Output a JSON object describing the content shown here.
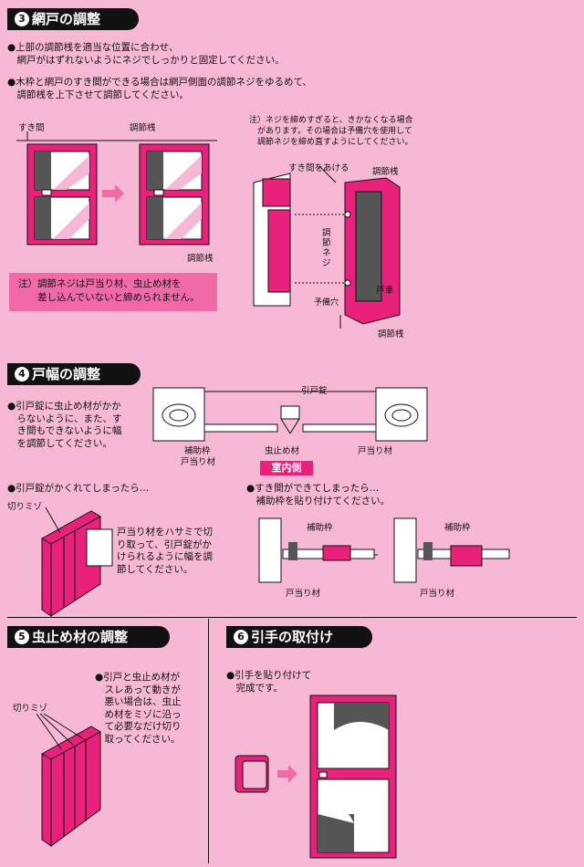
{
  "s3": {
    "num": "3",
    "title": "網戸の調整",
    "p1": "●上部の調節桟を適当な位置に合わせ、\n　網戸がはずれないようにネジでしっかりと固定してください。",
    "p2": "●木枠と網戸のすき間ができる場合は網戸側面の調節ネジをゆるめて、\n　調節桟を上下させて調節してください。",
    "lbl_gap": "すき間",
    "lbl_bar_top": "調節桟",
    "lbl_bar_bottom": "調節桟",
    "note": "注）調節ネジは戸当り材、虫止め材を\n　　差し込んでいないと締められません。",
    "caution": "注）ネジを締めすぎると、きかなくなる場合\n　があります。その場合は予備穴を使用して\n　調節ネジを締め直すようにしてください。",
    "d_gap": "すき間をあける",
    "d_bar": "調節桟",
    "d_screw": "調節ネジ",
    "d_hole": "予備穴",
    "d_door": "戸車",
    "d_bar2": "調節桟"
  },
  "s4": {
    "num": "4",
    "title": "戸幅の調整",
    "p1": "●引戸錠に虫止め材がかか\n　らないように、また、す\n　き間もできないように幅\n　を調節してください。",
    "lbl_lock": "引戸錠",
    "lbl_aux": "補助枠",
    "lbl_stop": "虫止め材",
    "lbl_door1": "戸当り材",
    "lbl_door2": "戸当り材",
    "room": "室内側",
    "p2": "●引戸錠がかくれてしまったら…",
    "lbl_cut": "切りミゾ",
    "p3": "戸当り材をハサミで切\nり取って、引戸錠がか\nけられるように幅を調\n節してください。",
    "p4": "●すき間ができてしまったら…\n　補助枠を貼り付けてください。",
    "lbl_aux2": "補助枠",
    "lbl_aux3": "補助枠",
    "lbl_door3": "戸当り材",
    "lbl_door4": "戸当り材"
  },
  "s5": {
    "num": "5",
    "title": "虫止め材の調整",
    "p1": "●引戸と虫止め材が\n　スレあって動きが\n　悪い場合は、虫止\n　め材をミゾに沿っ\n　て必要なだけ切り\n　取ってください。",
    "lbl_cut": "切りミゾ"
  },
  "s6": {
    "num": "6",
    "title": "引手の取付け",
    "p1": "●引手を貼り付けて\n　完成です。"
  },
  "colors": {
    "bg": "#f7b8d6",
    "accent": "#e8217b",
    "note": "#f06aa8"
  }
}
